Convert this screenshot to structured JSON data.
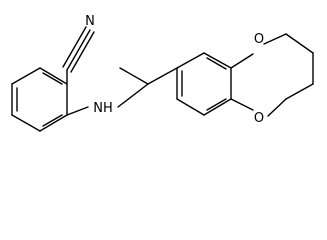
{
  "molecule": {
    "atom_labels": {
      "nitrile_nitrogen": "N",
      "amine": "NH",
      "dioxane_oxygen_top": "O",
      "dioxane_oxygen_bottom": "O"
    }
  },
  "colors": {
    "background": "#ffffff",
    "ink": "#000000"
  }
}
